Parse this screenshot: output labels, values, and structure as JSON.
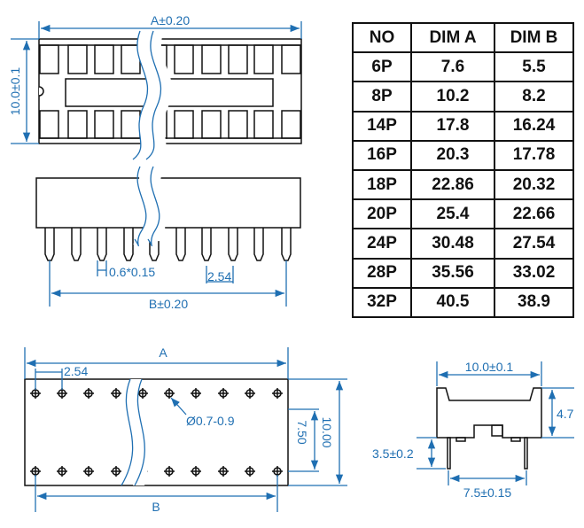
{
  "colors": {
    "dimension": "#1f6fb2",
    "outline": "#111111"
  },
  "top_view": {
    "width_label": "A±0.20",
    "height_label": "10.0±0.1"
  },
  "side_view": {
    "pin_label": "0.6*0.15",
    "pitch_label": "2.54",
    "span_label": "B±0.20"
  },
  "bottom_view": {
    "width_label": "A",
    "pitch_label": "2.54",
    "hole_label": "Ø0.7-0.9",
    "row_spacing_label": "7.50",
    "height_label": "10.00",
    "span_label": "B"
  },
  "end_view": {
    "width_label": "10.0±0.1",
    "height_label": "4.7",
    "pin_length_label": "3.5±0.2",
    "pin_spacing_label": "7.5±0.15"
  },
  "table": {
    "headers": [
      "NO",
      "DIM A",
      "DIM B"
    ],
    "rows": [
      [
        "6P",
        "7.6",
        "5.5"
      ],
      [
        "8P",
        "10.2",
        "8.2"
      ],
      [
        "14P",
        "17.8",
        "16.24"
      ],
      [
        "16P",
        "20.3",
        "17.78"
      ],
      [
        "18P",
        "22.86",
        "20.32"
      ],
      [
        "20P",
        "25.4",
        "22.66"
      ],
      [
        "24P",
        "30.48",
        "27.54"
      ],
      [
        "28P",
        "35.56",
        "33.02"
      ],
      [
        "32P",
        "40.5",
        "38.9"
      ]
    ]
  }
}
